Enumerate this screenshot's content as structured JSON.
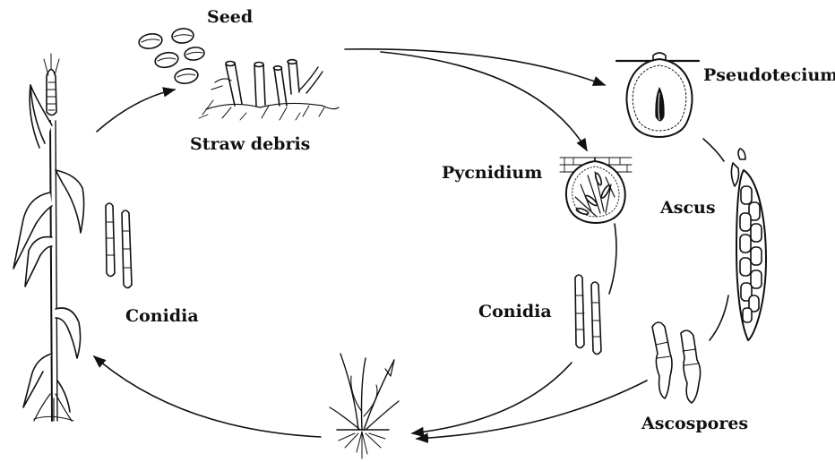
{
  "diagram": {
    "labels": {
      "seed": "Seed",
      "straw_debris": "Straw debris",
      "pseudotecium": "Pseudotecium",
      "pycnidium": "Pycnidium",
      "ascus": "Ascus",
      "conidia_left": "Conidia",
      "conidia_right": "Conidia",
      "ascospores": "Ascospores"
    },
    "colors": {
      "ink": "#111111",
      "background": "#ffffff"
    }
  }
}
